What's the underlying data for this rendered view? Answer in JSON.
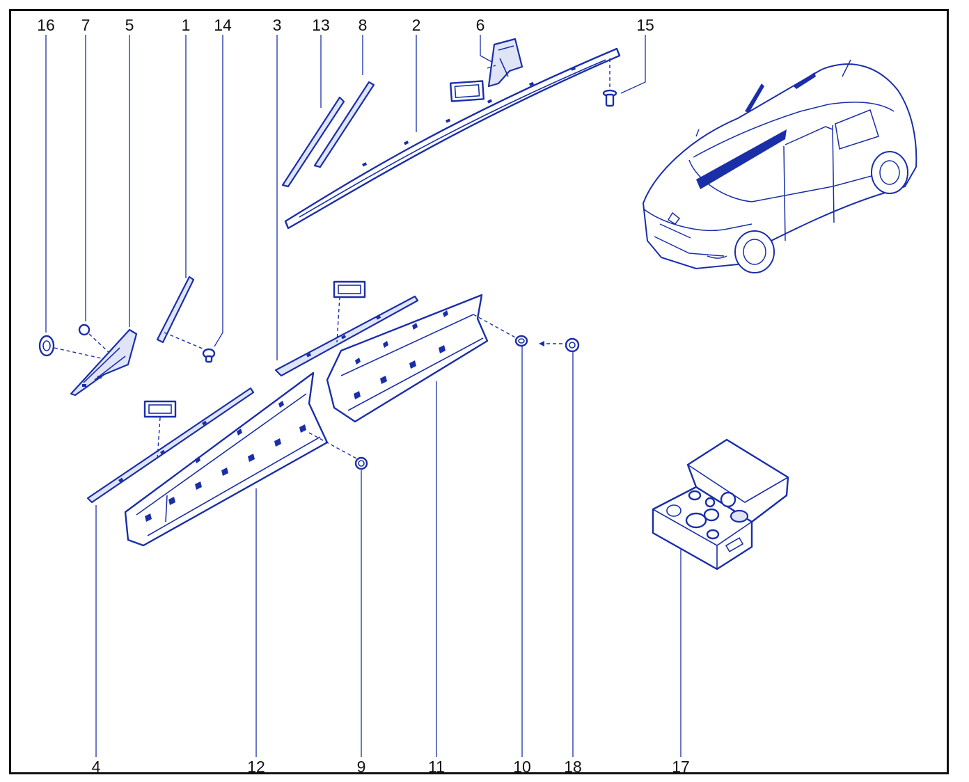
{
  "diagram": {
    "colors": {
      "ink": "#111111",
      "line": "#1a2ea8",
      "shade": "#dfe4f7"
    },
    "callouts": {
      "c16": "16",
      "c7": "7",
      "c5": "5",
      "c1": "1",
      "c14": "14",
      "c3": "3",
      "c13": "13",
      "c8": "8",
      "c2": "2",
      "c6": "6",
      "c15": "15",
      "c4": "4",
      "c12": "12",
      "c9": "9",
      "c11": "11",
      "c10": "10",
      "c18": "18",
      "c17": "17"
    },
    "parts": [
      {
        "ref": "1",
        "kind": "a-pillar-trim-strip"
      },
      {
        "ref": "2",
        "kind": "roof-drip-moulding"
      },
      {
        "ref": "3",
        "kind": "rear-door-upper-strip"
      },
      {
        "ref": "4",
        "kind": "front-door-upper-strip"
      },
      {
        "ref": "5",
        "kind": "mirror-triangle-trim"
      },
      {
        "ref": "6",
        "kind": "rear-pillar-bracket"
      },
      {
        "ref": "7",
        "kind": "clip"
      },
      {
        "ref": "8",
        "kind": "window-strip"
      },
      {
        "ref": "9",
        "kind": "clip"
      },
      {
        "ref": "10",
        "kind": "clip"
      },
      {
        "ref": "11",
        "kind": "rear-door-lower-moulding"
      },
      {
        "ref": "12",
        "kind": "front-door-lower-moulding"
      },
      {
        "ref": "13",
        "kind": "window-strip"
      },
      {
        "ref": "14",
        "kind": "screw"
      },
      {
        "ref": "15",
        "kind": "rivet"
      },
      {
        "ref": "16",
        "kind": "grommet"
      },
      {
        "ref": "17",
        "kind": "fastener-kit-box"
      },
      {
        "ref": "18",
        "kind": "washer"
      }
    ]
  }
}
